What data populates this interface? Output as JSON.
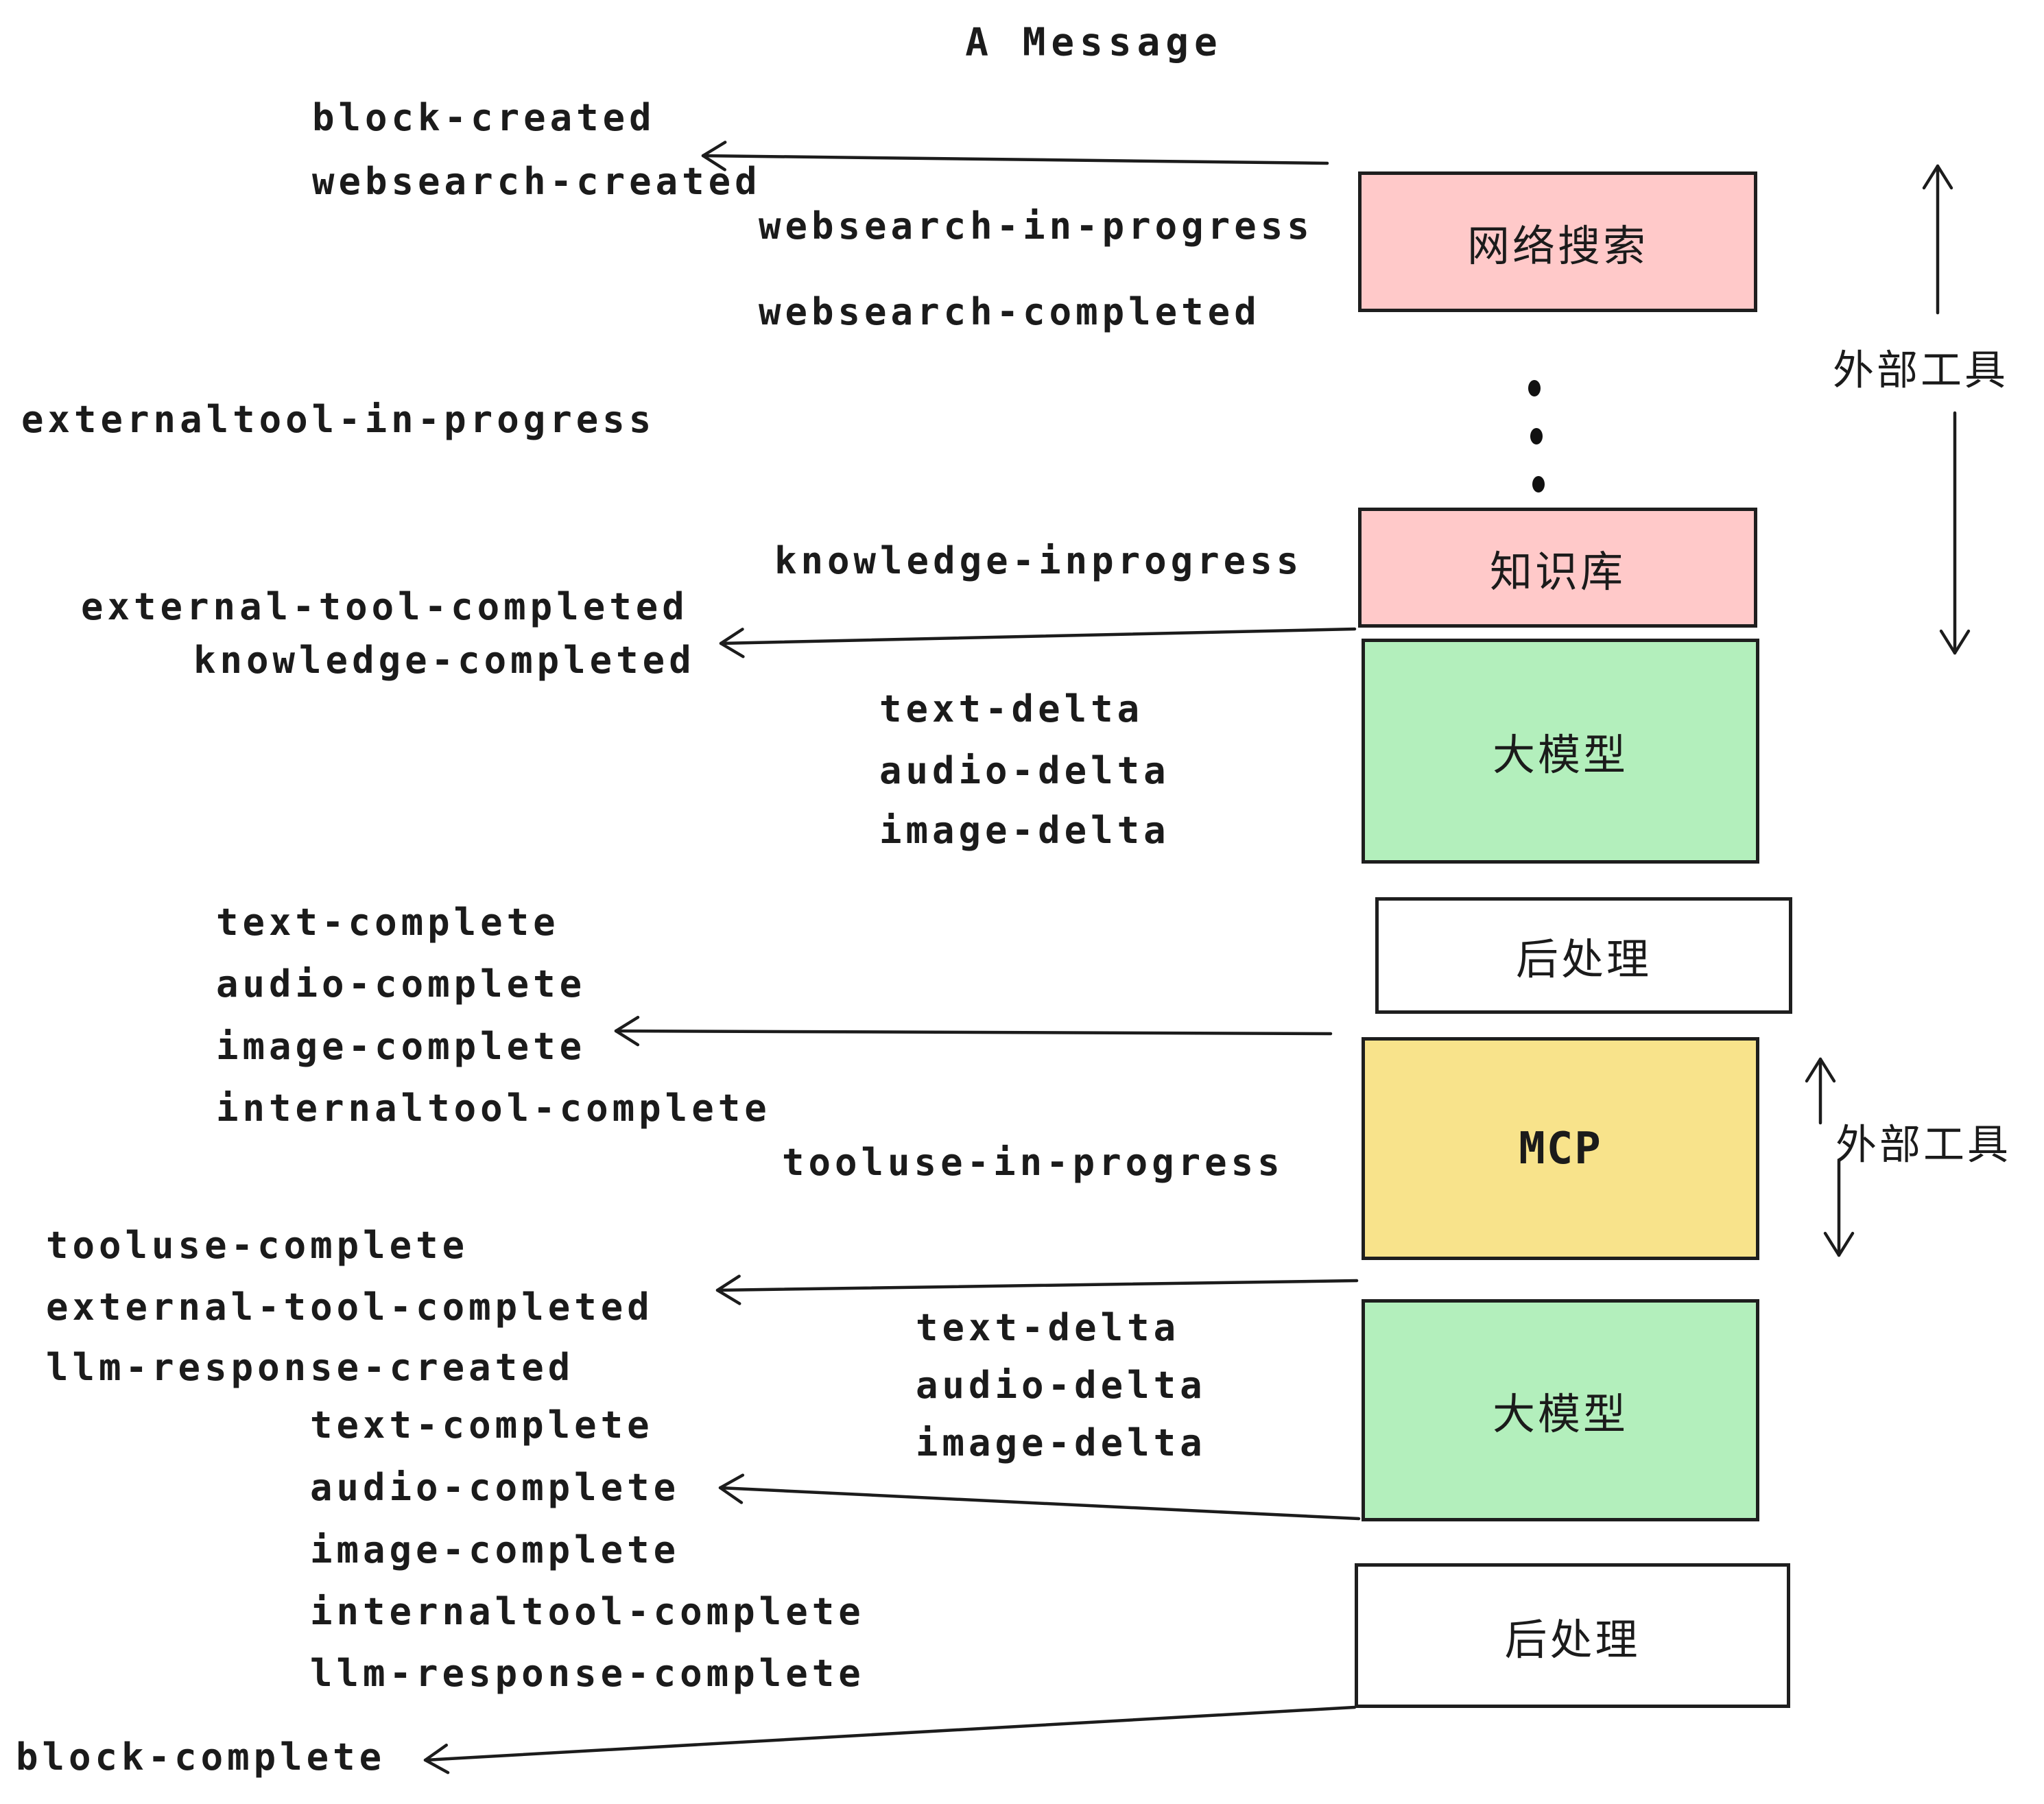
{
  "title": "A Message",
  "colors": {
    "box_pink": "#ffc9c9",
    "box_green": "#b3efbc",
    "box_yellow": "#f8e38b",
    "box_white": "#ffffff",
    "border": "#1e1e1e",
    "text": "#1b1b1b",
    "background": "#ffffff"
  },
  "boxes": {
    "websearch": "网络搜索",
    "knowledge": "知识库",
    "llm_1": "大模型",
    "post_1": "后处理",
    "mcp": "MCP",
    "llm_2": "大模型",
    "post_2": "后处理"
  },
  "side_labels": {
    "external_tools_top": "外部工具",
    "external_tools_mid": "外部工具"
  },
  "icons": {
    "between_external_tools": "vertical-ellipsis"
  },
  "events_left": {
    "block_created": "block-created",
    "websearch_created": "websearch-created",
    "externaltool_in_progress": "externaltool-in-progress",
    "external_tool_completed": "external-tool-completed",
    "knowledge_completed": "knowledge-completed",
    "text_complete": "text-complete",
    "audio_complete": "audio-complete",
    "image_complete": "image-complete",
    "internaltool_complete": "internaltool-complete",
    "tooluse_complete": "tooluse-complete",
    "external_tool_completed_2": "external-tool-completed",
    "llm_response_created": "llm-response-created",
    "text_complete_2": "text-complete",
    "audio_complete_2": "audio-complete",
    "image_complete_2": "image-complete",
    "internaltool_complete_2": "internaltool-complete",
    "llm_response_complete": "llm-response-complete",
    "block_complete": "block-complete"
  },
  "events_mid": {
    "websearch_in_progress": "websearch-in-progress",
    "websearch_completed": "websearch-completed",
    "knowledge_inprogress": "knowledge-inprogress",
    "text_delta": "text-delta",
    "audio_delta": "audio-delta",
    "image_delta": "image-delta",
    "tooluse_in_progress": "tooluse-in-progress",
    "text_delta_2": "text-delta",
    "audio_delta_2": "audio-delta",
    "image_delta_2": "image-delta"
  }
}
